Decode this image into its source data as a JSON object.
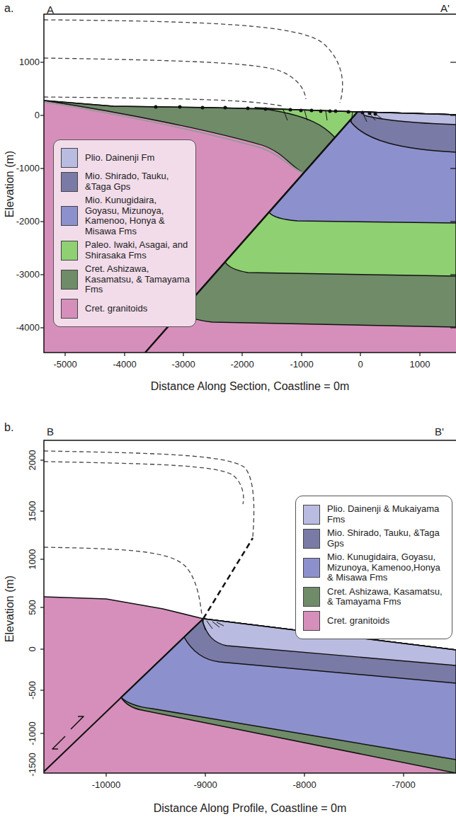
{
  "diagram": {
    "labels": [
      "a.",
      "A",
      "A'",
      "1000",
      "0",
      "-1000",
      "-2000",
      "-3000",
      "-4000",
      "-5000",
      "-4000",
      "-3000",
      "-2000",
      "-1000",
      "0",
      "1000",
      "Elevation (m)",
      "Distance Along Section, Coastline = 0m",
      "b.",
      "B",
      "B'",
      "2000",
      "1500",
      "1000",
      "500",
      "0",
      "-500",
      "-1000",
      "-1500",
      "-10000",
      "-9000",
      "-8000",
      "-7000",
      "Elevation (m)",
      "Distance Along Profile, Coastline = 0m"
    ],
    "legend": [
      {
        "text": "Plio. Dainenji Fm",
        "color": "#b9bbe0"
      },
      {
        "text": "Mio. Shirado, Tauku, &Taga Gps",
        "color": "#7a7aa6"
      },
      {
        "text": "Mio. Kunugidaira, Goyasu, Mizunoya, Kamenoo, Honya & Misawa Fms",
        "color": "#8c90cc"
      },
      {
        "text": "Paleo. Iwaki, Asagai, and Shirasaka Fms",
        "color": "#8fd072"
      },
      {
        "text": "Cret. Ashizawa, Kasamatsu, & Tamayama Fms",
        "color": "#6f8b68"
      },
      {
        "text": "Cret. granitoids",
        "color": "#d68fba"
      },
      {
        "text": "Plio. Dainenji & Mukaiyama Fms",
        "color": "#b9bbe0"
      },
      {
        "text": "Mio. Shirado, Tauku, &Taga Gps",
        "color": "#7a7aa6"
      },
      {
        "text": "Mio. Kunugidaira, Goyasu, Mizunoya, Kamenoo,Honya & Misawa Fms",
        "color": "#8c90cc"
      },
      {
        "text": "Cret. Ashizawa, Kasamatsu, & Tamayama Fms",
        "color": "#6f8b68"
      },
      {
        "text": "Cret. granitoids",
        "color": "#d68fba"
      }
    ]
  }
}
